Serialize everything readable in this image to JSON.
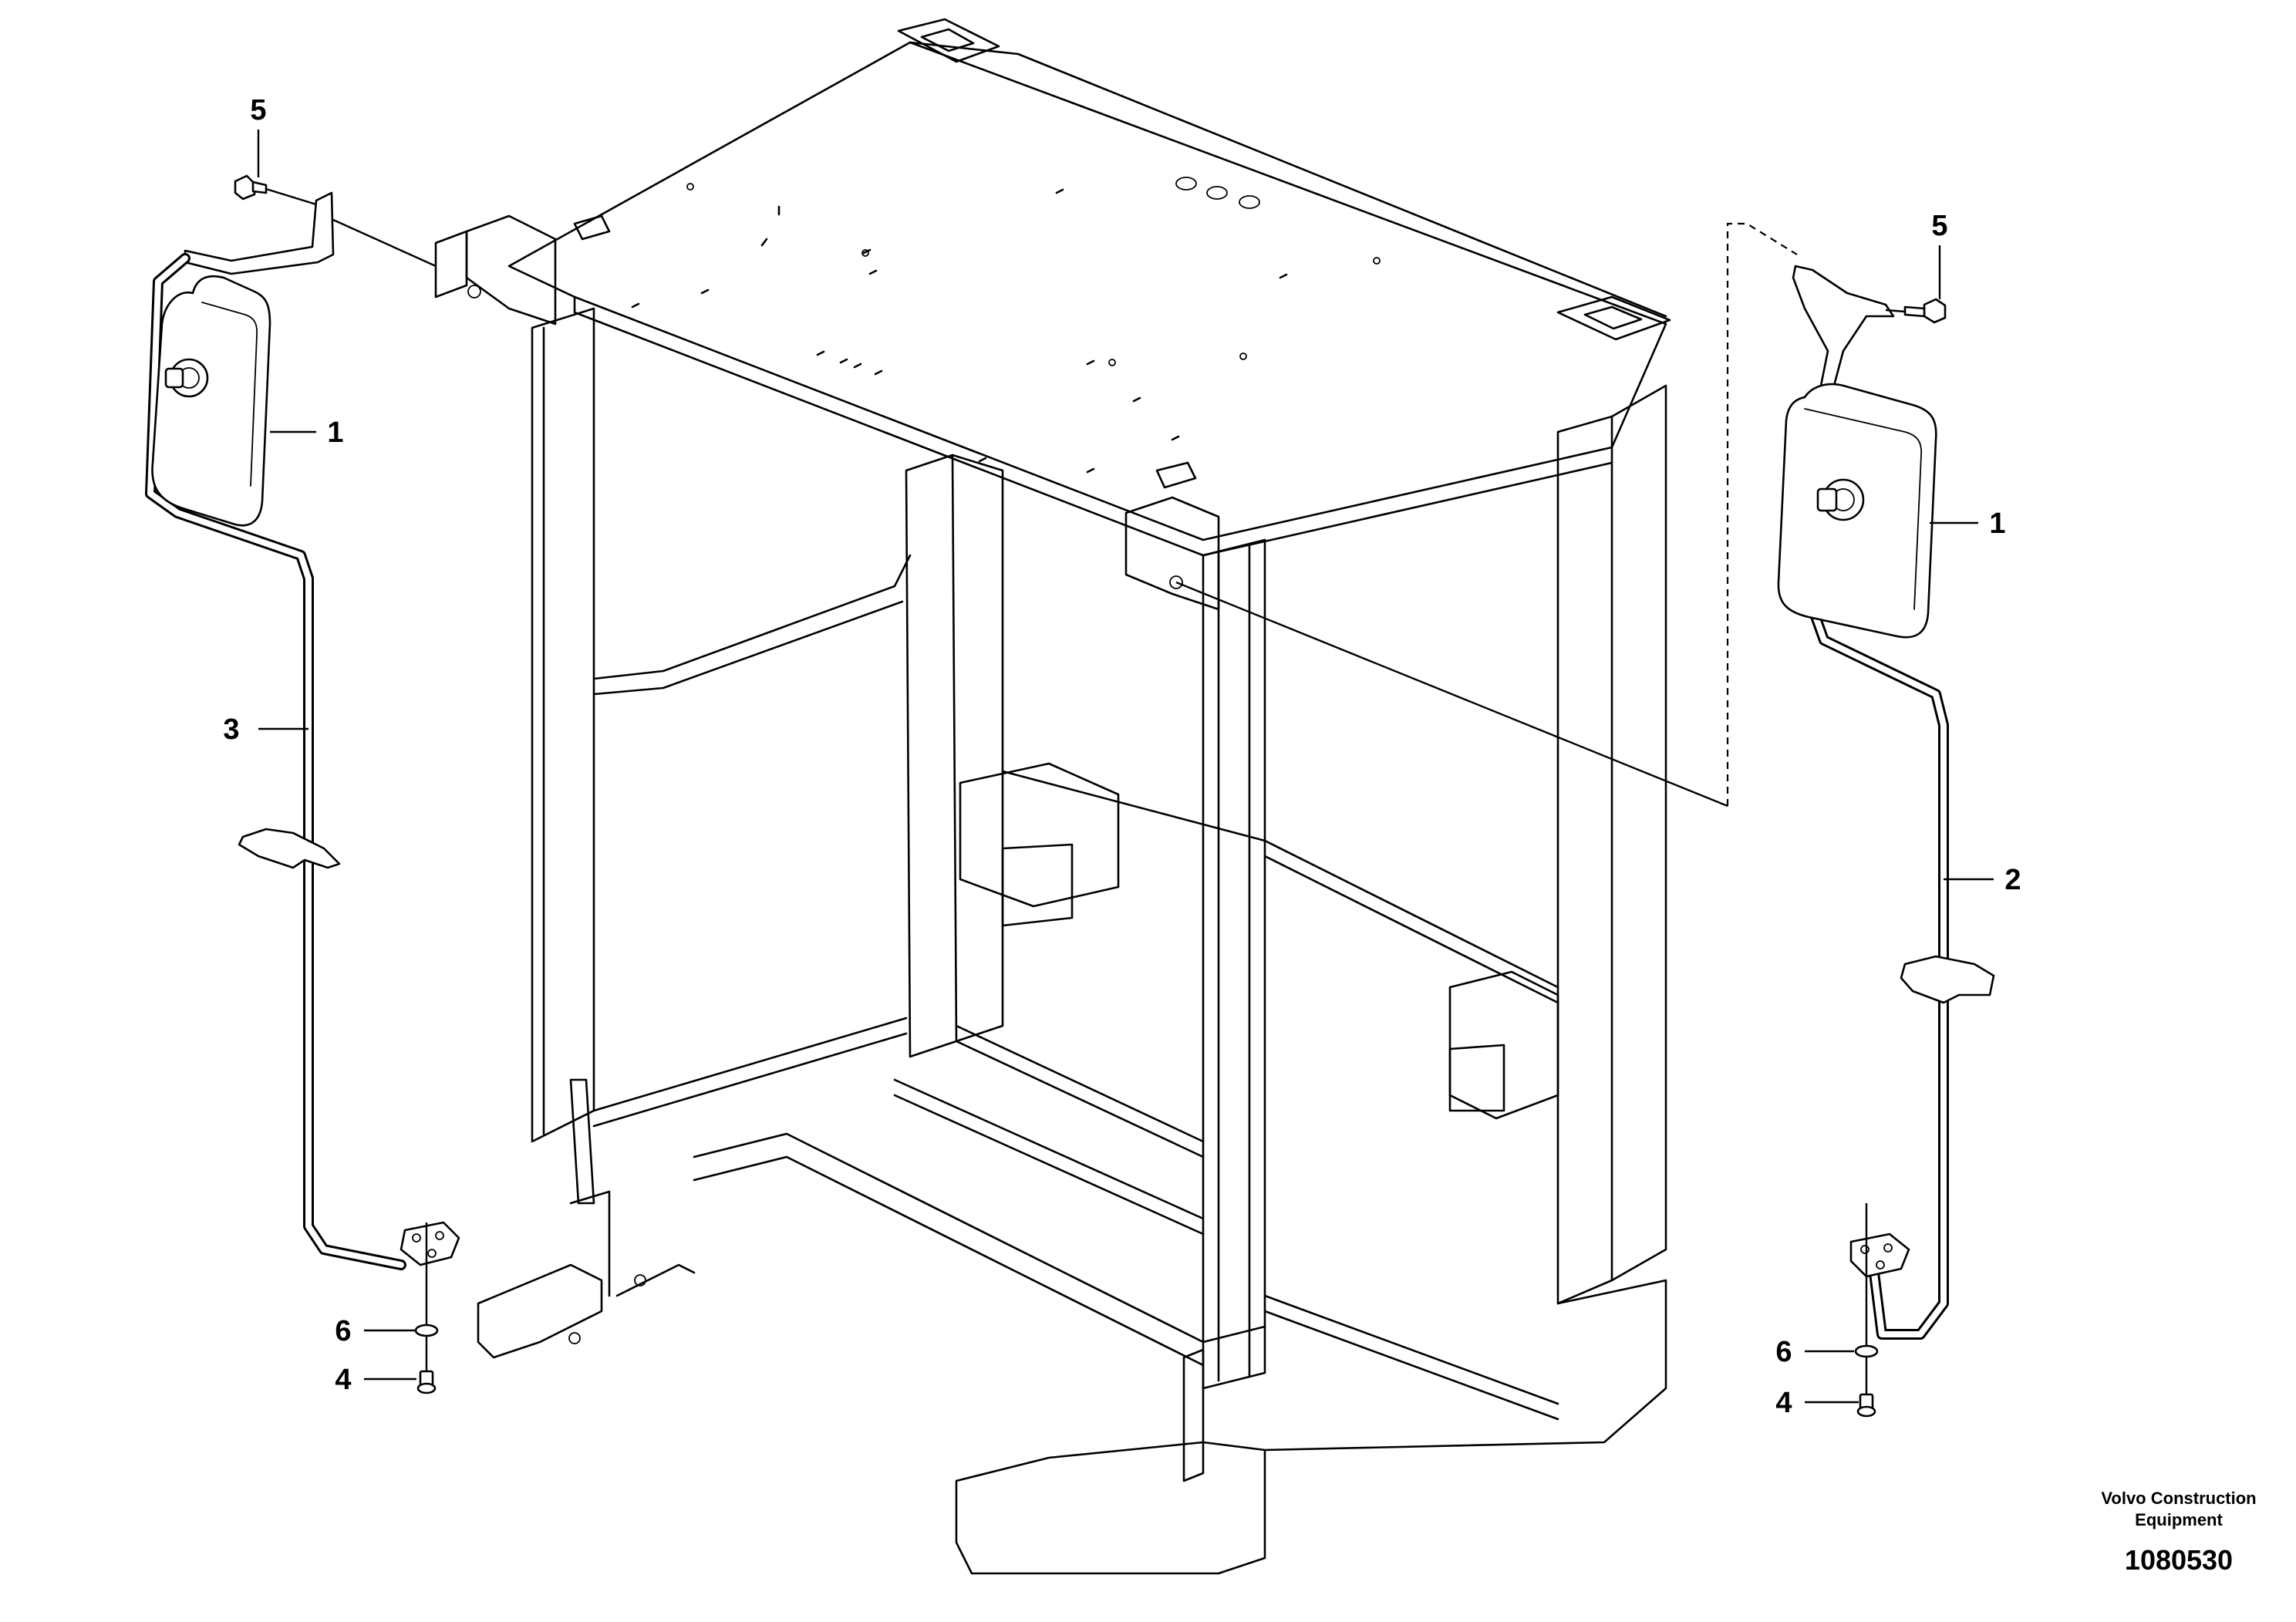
{
  "callouts": [
    {
      "id": "left-mirror",
      "label": "1"
    },
    {
      "id": "right-mirror",
      "label": "1"
    },
    {
      "id": "right-mirror-bracket",
      "label": "2"
    },
    {
      "id": "left-mirror-bracket",
      "label": "3"
    },
    {
      "id": "left-screw-bottom",
      "label": "4"
    },
    {
      "id": "right-screw-bottom",
      "label": "4"
    },
    {
      "id": "left-screw-top",
      "label": "5"
    },
    {
      "id": "right-screw-top",
      "label": "5"
    },
    {
      "id": "left-washer",
      "label": "6"
    },
    {
      "id": "right-washer",
      "label": "6"
    }
  ],
  "footer": {
    "company_line1": "Volvo Construction",
    "company_line2": "Equipment",
    "drawing_number": "1080530"
  }
}
